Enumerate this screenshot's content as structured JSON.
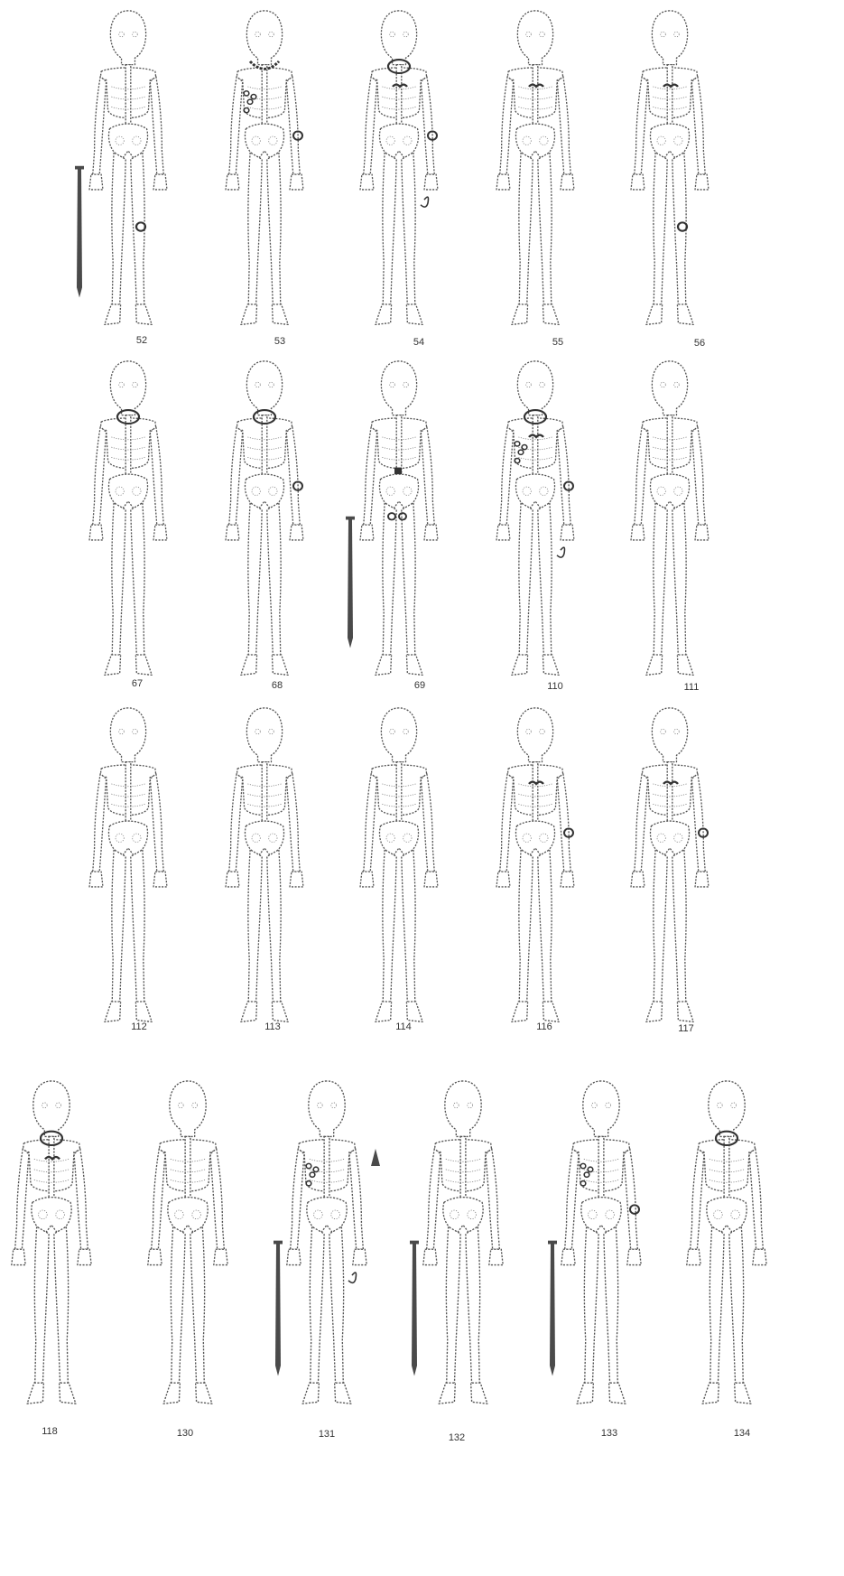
{
  "plate": {
    "figures": [
      {
        "label": "52",
        "finds": [
          "sword",
          "ankle-ring"
        ]
      },
      {
        "label": "53",
        "finds": [
          "necklace",
          "beads",
          "bracelet"
        ]
      },
      {
        "label": "54",
        "finds": [
          "neck-ring",
          "brooch",
          "pin",
          "bracelet"
        ]
      },
      {
        "label": "55",
        "finds": [
          "brooch"
        ]
      },
      {
        "label": "56",
        "finds": [
          "brooch",
          "ankle-ring"
        ]
      },
      {
        "label": "67",
        "finds": [
          "neck-ring"
        ]
      },
      {
        "label": "68",
        "finds": [
          "neck-ring",
          "bracelet"
        ]
      },
      {
        "label": "69",
        "finds": [
          "buckle",
          "spectacle-brooch",
          "sword"
        ]
      },
      {
        "label": "110",
        "finds": [
          "neck-ring",
          "brooch",
          "beads",
          "bracelet",
          "pin"
        ]
      },
      {
        "label": "111",
        "finds": []
      },
      {
        "label": "112",
        "finds": []
      },
      {
        "label": "113",
        "finds": []
      },
      {
        "label": "114",
        "finds": []
      },
      {
        "label": "116",
        "finds": [
          "brooch",
          "bracelet"
        ]
      },
      {
        "label": "117",
        "finds": [
          "brooch",
          "bracelet"
        ]
      },
      {
        "label": "118",
        "finds": [
          "neck-ring",
          "brooch"
        ]
      },
      {
        "label": "130",
        "finds": []
      },
      {
        "label": "131",
        "finds": [
          "sword",
          "spearhead",
          "beads",
          "pin"
        ]
      },
      {
        "label": "132",
        "finds": [
          "sword"
        ]
      },
      {
        "label": "133",
        "finds": [
          "sword",
          "beads",
          "bracelet"
        ]
      },
      {
        "label": "134",
        "finds": [
          "neck-ring"
        ]
      }
    ],
    "colors": {
      "bone": "#555555",
      "artifact": "#333333",
      "weapon": "#4a4a4a"
    }
  }
}
